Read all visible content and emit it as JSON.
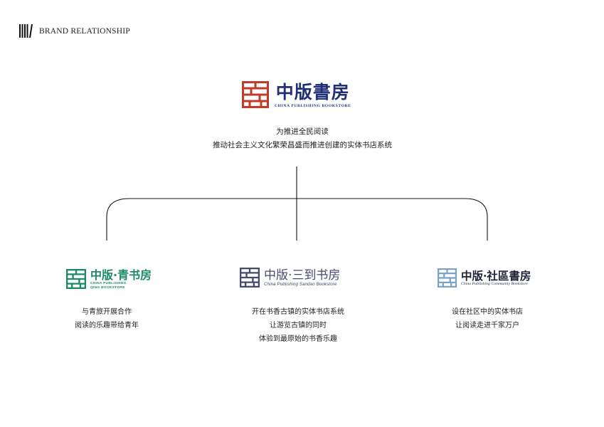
{
  "header": {
    "title": "BRAND RELATIONSHIP",
    "mark_icon": "vertical-bars-logo-icon"
  },
  "main_brand": {
    "name_cn": "中版書房",
    "name_en": "CHINA PUBLISHING BOOKSTORE",
    "icon": "seal-logo-icon",
    "color": "#1f2f7a",
    "seal_color": "#c23a2a"
  },
  "mission": {
    "line1": "为推进全民阅读",
    "line2": "推动社会主义文化繁荣昌盛而推进创建的实体书店系统"
  },
  "sub_brands": [
    {
      "name_cn": "中版·青书房",
      "name_en_line1": "CHINA PUBLISHING",
      "name_en_line2": "QING BOOKSTORE",
      "icon": "green-seal-logo-icon",
      "color": "#1d8a63",
      "desc1": "与青旅开展合作",
      "desc2": "阅读的乐趣带给青年"
    },
    {
      "name_cn": "中版·三到书房",
      "name_en": "China Publishing Sandao Bookstore",
      "icon": "navy-seal-logo-icon",
      "color": "#454a6e",
      "desc1": "开在书香古镇的实体书店系统",
      "desc2": "让游览古镇的同时",
      "desc3": "体验到最原始的书香乐趣"
    },
    {
      "name_cn": "中版·社區書房",
      "name_en": "China Publishing Community Bookstore",
      "icon": "blue-seal-logo-icon",
      "color": "#7ba3c9",
      "desc1": "设在社区中的实体书店",
      "desc2": "让阅读走进千家万户"
    }
  ],
  "line_color": "#111111"
}
